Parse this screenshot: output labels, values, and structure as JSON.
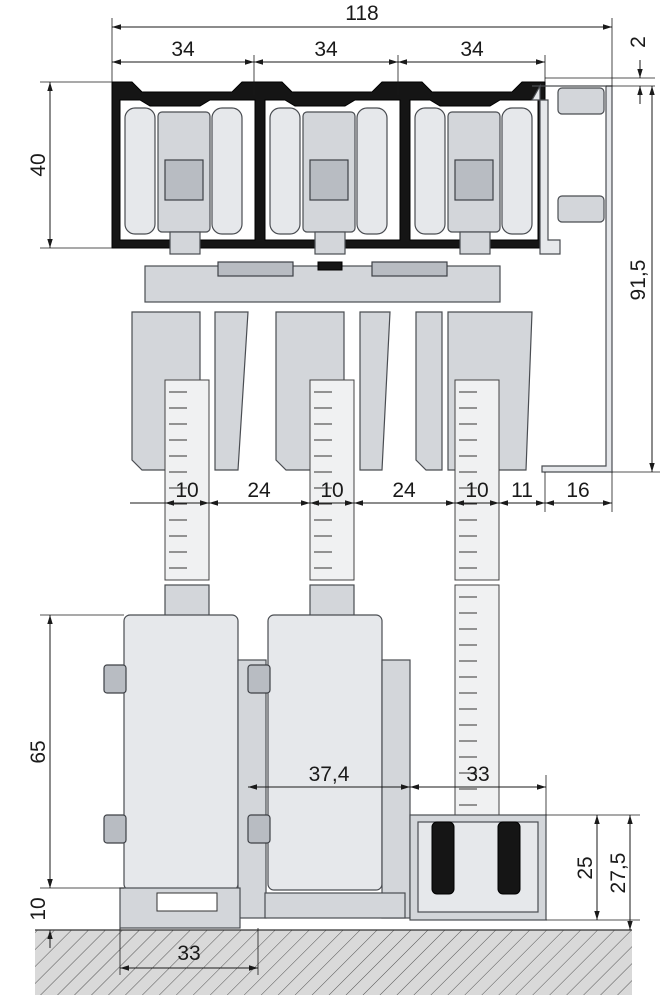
{
  "drawing": {
    "dimensions": {
      "total_width": "118",
      "top_gap": "2",
      "track_pitch_1": "34",
      "track_pitch_2": "34",
      "track_pitch_3": "34",
      "track_height": "40",
      "total_height": "91,5",
      "strap_width_1": "10",
      "spacing_1": "24",
      "strap_width_2": "10",
      "spacing_2": "24",
      "strap_width_3": "10",
      "spacing_3": "11",
      "side_offset": "16",
      "clamp_height": "65",
      "clamp_depth": "37,4",
      "low_clamp_depth": "33",
      "low_clamp_height": "25",
      "low_clamp_total": "27,5",
      "floor_gap": "10",
      "base_width": "33"
    }
  }
}
